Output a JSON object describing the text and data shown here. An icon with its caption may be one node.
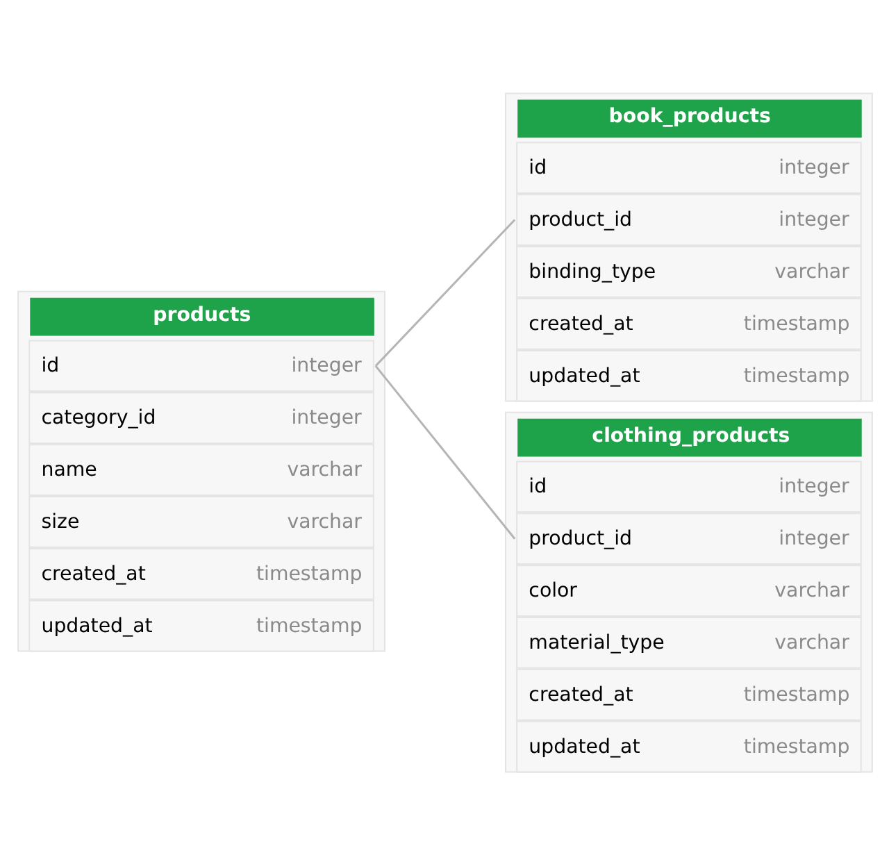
{
  "diagram": {
    "nodes": [
      {
        "text": [
          "products"
        ]
      },
      {
        "text": [
          "id",
          "integer"
        ],
        "in": 0
      },
      {
        "text": [
          "category_id",
          "integer"
        ],
        "in": 0
      },
      {
        "text": [
          "name",
          "varchar"
        ],
        "in": 0
      },
      {
        "text": [
          "size",
          "varchar"
        ],
        "in": 0
      },
      {
        "text": [
          "created_at",
          "timestamp"
        ],
        "in": 0
      },
      {
        "text": [
          "updated_at",
          "timestamp"
        ],
        "in": 0
      },
      {
        "text": [
          "book_products"
        ]
      },
      {
        "text": [
          "id",
          "integer"
        ],
        "in": 7
      },
      {
        "text": [
          "product_id",
          "integer"
        ],
        "in": 7
      },
      {
        "text": [
          "binding_type",
          "varchar"
        ],
        "in": 7
      },
      {
        "text": [
          "created_at",
          "timestamp"
        ],
        "in": 7
      },
      {
        "text": [
          "updated_at",
          "timestamp"
        ],
        "in": 7
      },
      {
        "text": [
          "clothing_products"
        ]
      },
      {
        "text": [
          "id",
          "integer"
        ],
        "in": 13
      },
      {
        "text": [
          "product_id",
          "integer"
        ],
        "in": 13
      },
      {
        "text": [
          "color",
          "varchar"
        ],
        "in": 13
      },
      {
        "text": [
          "material_type",
          "varchar"
        ],
        "in": 13
      },
      {
        "text": [
          "created_at",
          "timestamp"
        ],
        "in": 13
      },
      {
        "text": [
          "updated_at",
          "timestamp"
        ],
        "in": 13
      }
    ],
    "edges": [
      {
        "from": 1,
        "to": 9,
        "arrow": "none"
      },
      {
        "from": 1,
        "to": 15,
        "arrow": "none"
      }
    ]
  }
}
